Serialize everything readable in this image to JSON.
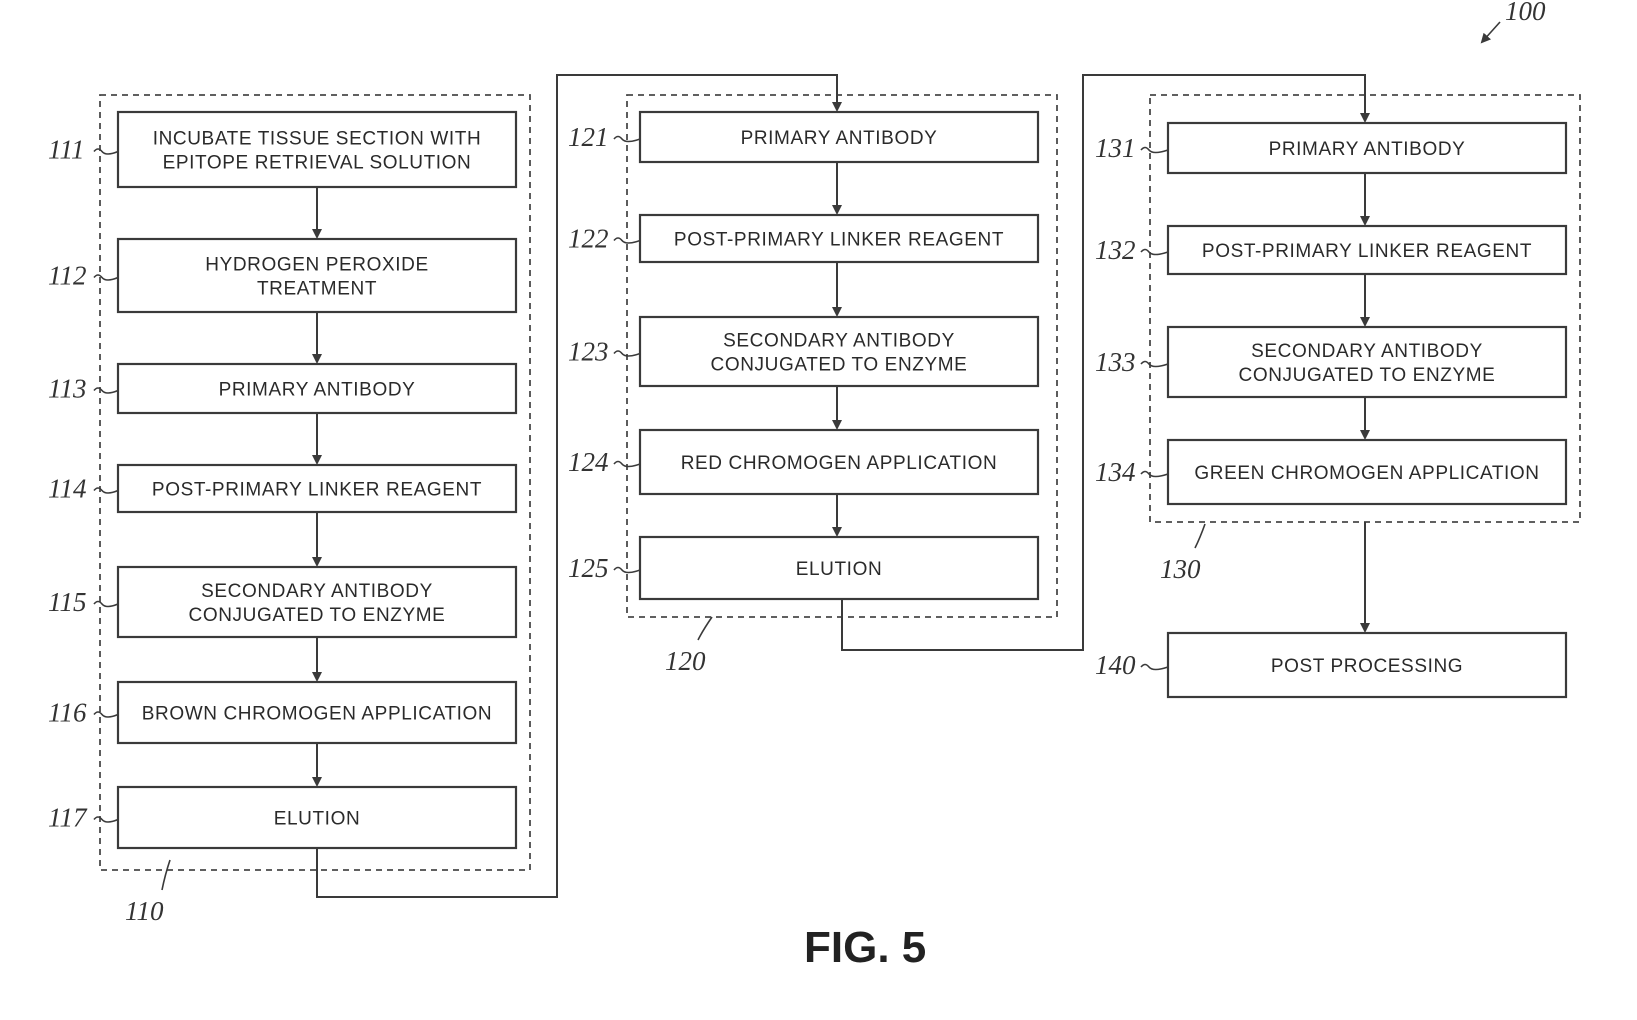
{
  "figure_ref": "100",
  "figure_label": "FIG. 5",
  "groups": [
    {
      "ref": "110",
      "steps": [
        {
          "ref": "111",
          "lines": [
            "INCUBATE TISSUE SECTION WITH",
            "EPITOPE RETRIEVAL SOLUTION"
          ]
        },
        {
          "ref": "112",
          "lines": [
            "HYDROGEN PEROXIDE",
            "TREATMENT"
          ]
        },
        {
          "ref": "113",
          "lines": [
            "PRIMARY ANTIBODY"
          ]
        },
        {
          "ref": "114",
          "lines": [
            "POST-PRIMARY LINKER REAGENT"
          ]
        },
        {
          "ref": "115",
          "lines": [
            "SECONDARY ANTIBODY",
            "CONJUGATED TO ENZYME"
          ]
        },
        {
          "ref": "116",
          "lines": [
            "BROWN CHROMOGEN APPLICATION"
          ]
        },
        {
          "ref": "117",
          "lines": [
            "ELUTION"
          ]
        }
      ]
    },
    {
      "ref": "120",
      "steps": [
        {
          "ref": "121",
          "lines": [
            "PRIMARY ANTIBODY"
          ]
        },
        {
          "ref": "122",
          "lines": [
            "POST-PRIMARY LINKER REAGENT"
          ]
        },
        {
          "ref": "123",
          "lines": [
            "SECONDARY ANTIBODY",
            "CONJUGATED TO ENZYME"
          ]
        },
        {
          "ref": "124",
          "lines": [
            "RED CHROMOGEN APPLICATION"
          ]
        },
        {
          "ref": "125",
          "lines": [
            "ELUTION"
          ]
        }
      ]
    },
    {
      "ref": "130",
      "steps": [
        {
          "ref": "131",
          "lines": [
            "PRIMARY ANTIBODY"
          ]
        },
        {
          "ref": "132",
          "lines": [
            "POST-PRIMARY LINKER REAGENT"
          ]
        },
        {
          "ref": "133",
          "lines": [
            "SECONDARY ANTIBODY",
            "CONJUGATED TO ENZYME"
          ]
        },
        {
          "ref": "134",
          "lines": [
            "GREEN CHROMOGEN APPLICATION"
          ]
        }
      ]
    }
  ],
  "final_step": {
    "ref": "140",
    "lines": [
      "POST PROCESSING"
    ]
  }
}
